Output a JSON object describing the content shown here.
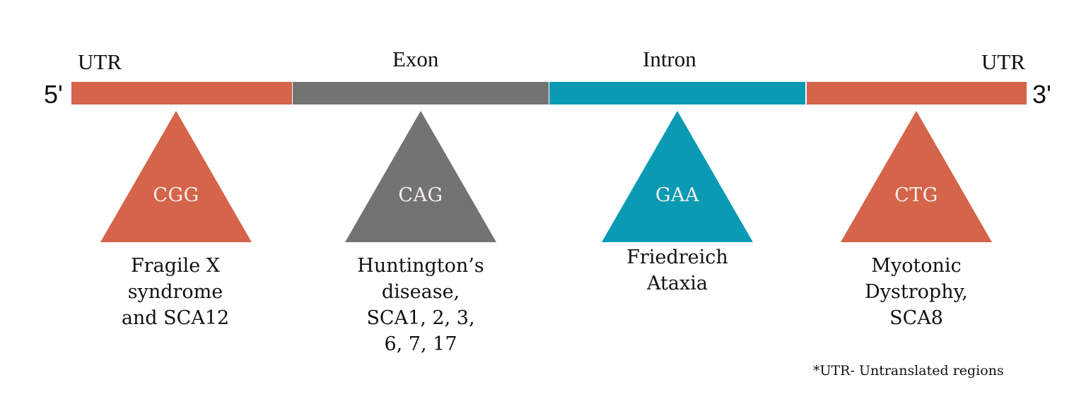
{
  "diagram": {
    "type": "gene-structure",
    "strand": {
      "five_prime": "5'",
      "three_prime": "3'"
    },
    "regions": [
      {
        "label": "UTR",
        "color": "#d4644a"
      },
      {
        "label": "Exon",
        "color": "#737373"
      },
      {
        "label": "Intron",
        "color": "#0a9ab4"
      },
      {
        "label": "UTR",
        "color": "#d4644a"
      }
    ],
    "repeats": [
      {
        "codon": "CGG",
        "color": "#d4644a",
        "disease": [
          "Fragile X",
          "syndrome",
          "and SCA12"
        ]
      },
      {
        "codon": "CAG",
        "color": "#737373",
        "disease": [
          "Huntington’s",
          "disease,",
          "SCA1, 2, 3,",
          "6, 7, 17"
        ]
      },
      {
        "codon": "GAA",
        "color": "#0a9ab4",
        "disease": [
          "Friedreich",
          "Ataxia"
        ]
      },
      {
        "codon": "CTG",
        "color": "#d4644a",
        "disease": [
          "Myotonic",
          "Dystrophy,",
          "SCA8"
        ]
      }
    ],
    "footnote": "*UTR- Untranslated regions"
  }
}
